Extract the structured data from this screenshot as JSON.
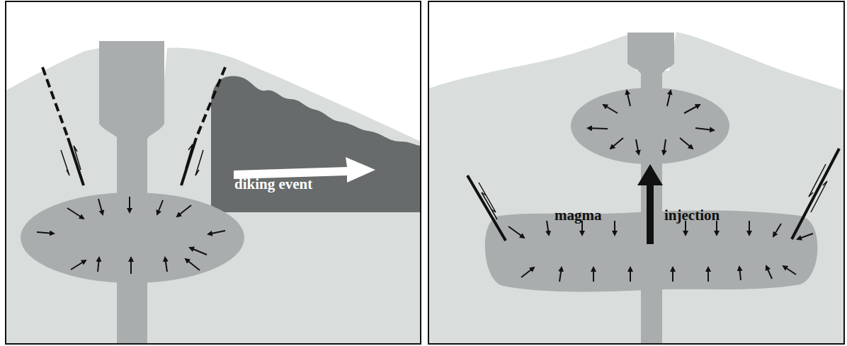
{
  "diagram": {
    "labels": [
      "diking event",
      "magma",
      "injection"
    ]
  }
}
